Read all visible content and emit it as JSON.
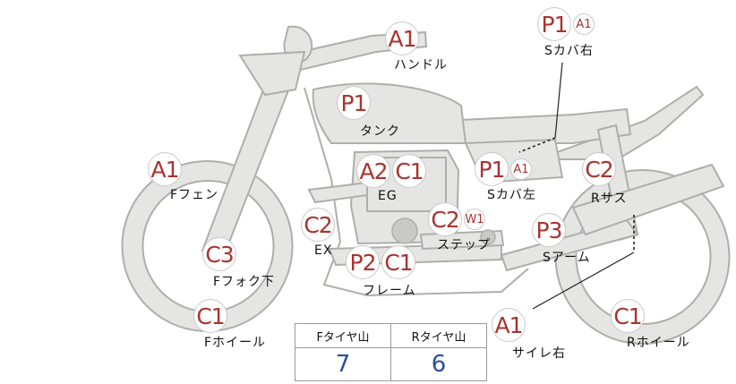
{
  "parts": [
    {
      "id": "handle",
      "codes": [
        "A1"
      ],
      "label": "ハンドル"
    },
    {
      "id": "side-cover-r",
      "codes": [
        "P1",
        "A1"
      ],
      "label": "Sカバ右"
    },
    {
      "id": "tank",
      "codes": [
        "P1"
      ],
      "label": "タンク"
    },
    {
      "id": "front-fender",
      "codes": [
        "A1"
      ],
      "label": "Fフェン"
    },
    {
      "id": "engine",
      "codes": [
        "A2",
        "C1"
      ],
      "label": "EG"
    },
    {
      "id": "side-cover-l",
      "codes": [
        "P1",
        "A1"
      ],
      "label": "Sカバ左"
    },
    {
      "id": "rear-suspension",
      "codes": [
        "C2"
      ],
      "label": "Rサス"
    },
    {
      "id": "exhaust",
      "codes": [
        "C2"
      ],
      "label": "EX"
    },
    {
      "id": "step",
      "codes": [
        "C2",
        "W1"
      ],
      "label": "ステップ"
    },
    {
      "id": "swing-arm",
      "codes": [
        "P3"
      ],
      "label": "Sアーム"
    },
    {
      "id": "front-fork",
      "codes": [
        "C3"
      ],
      "label": "Fフォク下"
    },
    {
      "id": "frame",
      "codes": [
        "P2",
        "C1"
      ],
      "label": "フレーム"
    },
    {
      "id": "front-wheel",
      "codes": [
        "C1"
      ],
      "label": "Fホイール"
    },
    {
      "id": "muffler",
      "codes": [
        "A1"
      ],
      "label": "サイレ右"
    },
    {
      "id": "rear-wheel",
      "codes": [
        "C1"
      ],
      "label": "Rホイール"
    }
  ],
  "tread": {
    "front_label": "Fタイヤ山",
    "rear_label": "Rタイヤ山",
    "front_value": "7",
    "rear_value": "6"
  },
  "colors": {
    "code_text": "#a8342f",
    "tread_value": "#2a4f9a",
    "bike_fill": "#e5e5e3"
  }
}
